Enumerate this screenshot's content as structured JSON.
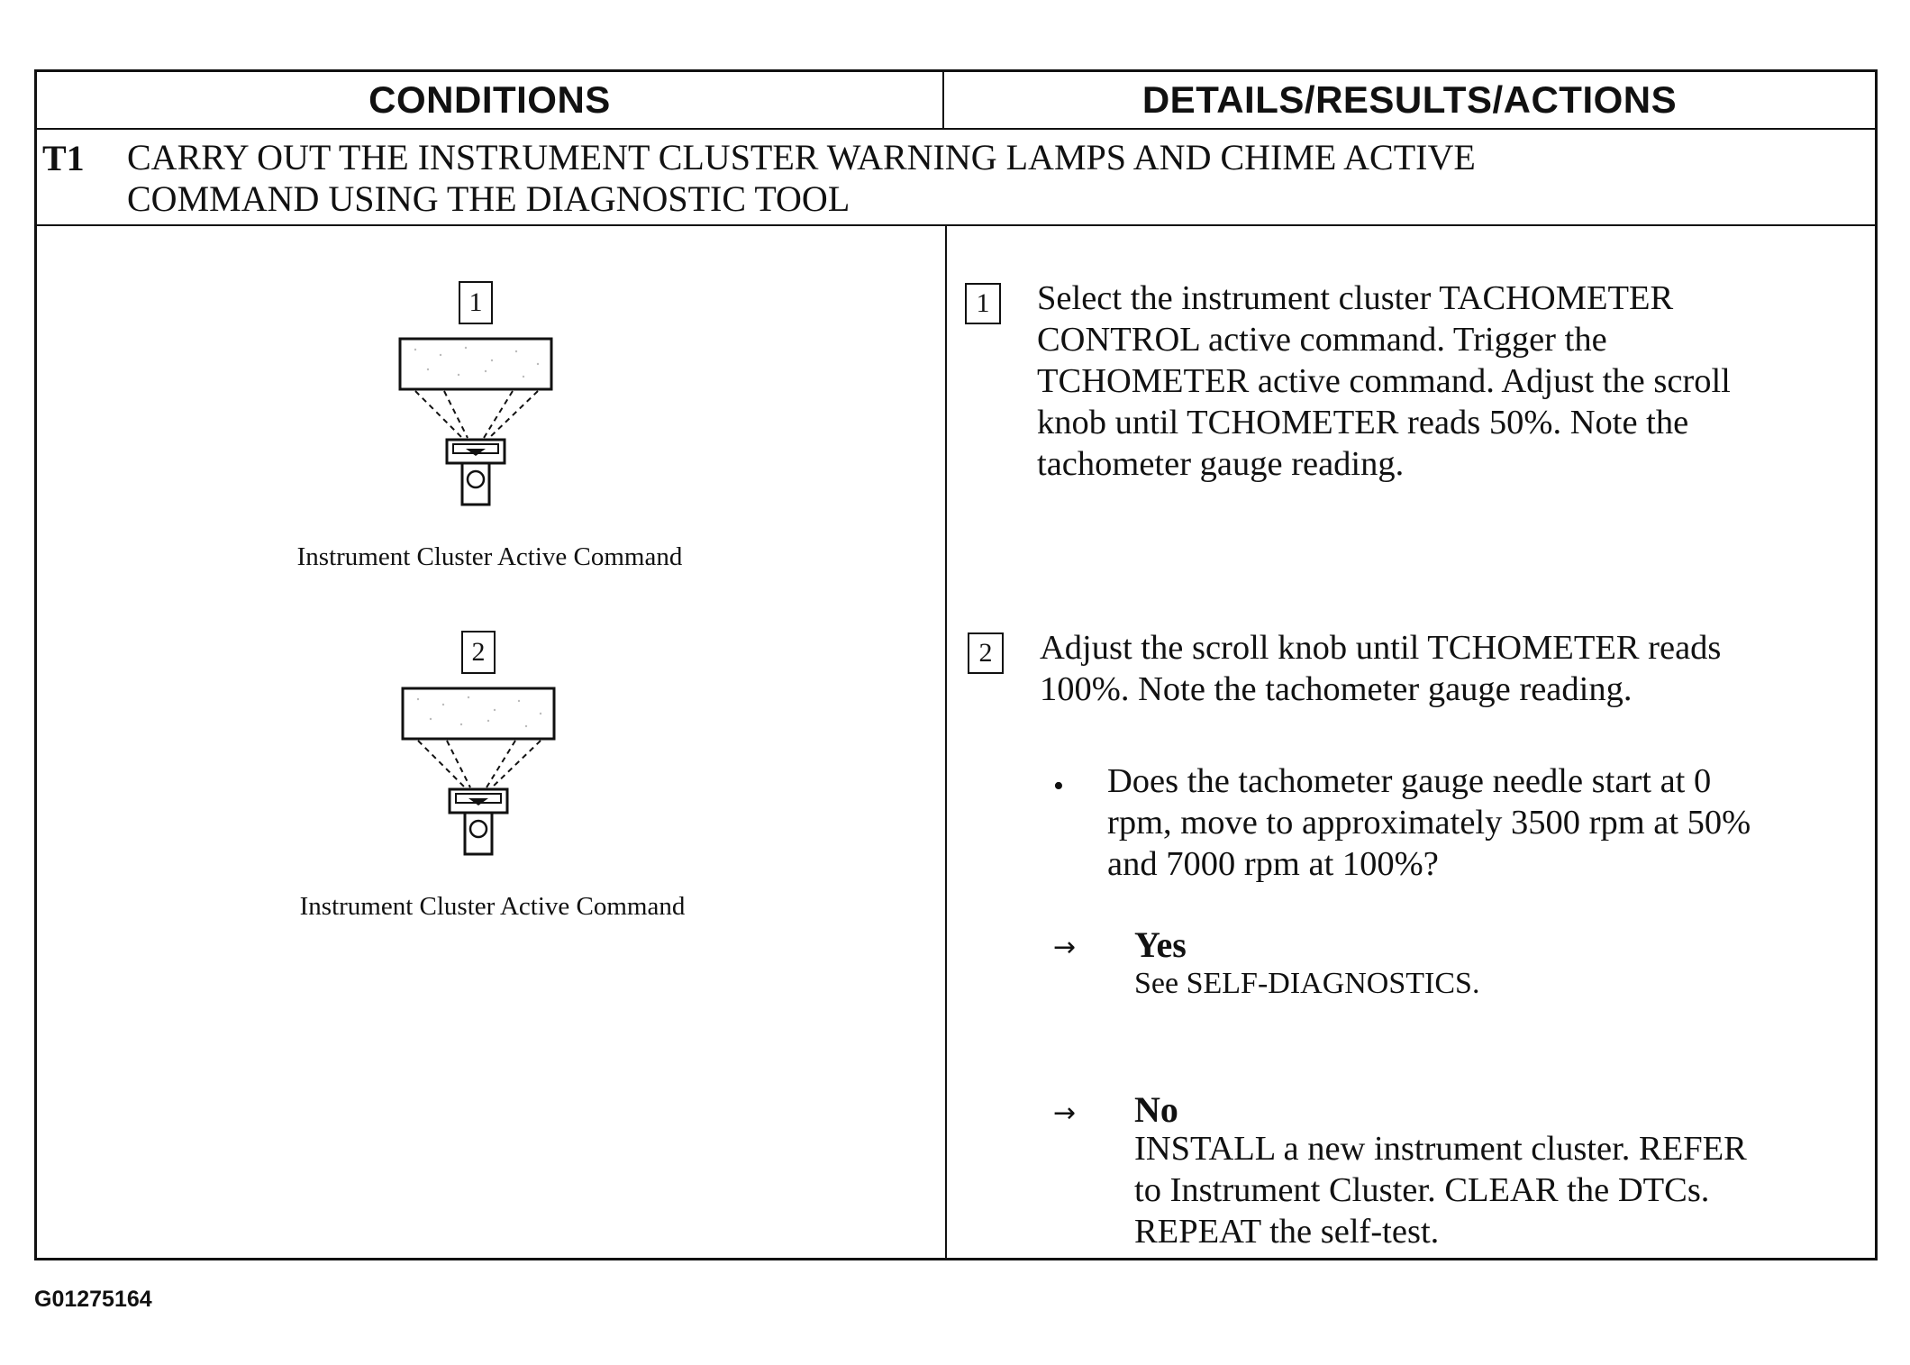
{
  "header": {
    "conditions": "CONDITIONS",
    "details": "DETAILS/RESULTS/ACTIONS"
  },
  "test": {
    "id": "T1",
    "title_line1": "CARRY OUT THE INSTRUMENT CLUSTER WARNING LAMPS AND CHIME ACTIVE",
    "title_line2": "COMMAND USING THE DIAGNOSTIC TOOL"
  },
  "figures": [
    {
      "number": "1",
      "caption": "Instrument Cluster Active Command",
      "icon": "diagnostic-tool-icon"
    },
    {
      "number": "2",
      "caption": "Instrument Cluster Active Command",
      "icon": "diagnostic-tool-icon"
    }
  ],
  "steps": [
    {
      "number": "1",
      "lines": [
        "Select the instrument cluster TACHOMETER",
        "CONTROL active command. Trigger the",
        "TCHOMETER active command. Adjust the scroll",
        "knob until TCHOMETER reads 50%. Note the",
        "tachometer gauge reading."
      ]
    },
    {
      "number": "2",
      "lines": [
        "Adjust the scroll knob until TCHOMETER reads",
        "100%. Note the tachometer gauge reading."
      ],
      "bullet": "•",
      "question_lines": [
        "Does the tachometer gauge needle start at 0",
        "rpm, move to approximately 3500 rpm at 50%",
        "and 7000 rpm at 100%?"
      ],
      "arrow": "→",
      "yes_label": "Yes",
      "yes_action": "See SELF-DIAGNOSTICS.",
      "no_label": "No",
      "no_lines": [
        "INSTALL a new instrument cluster. REFER",
        "to Instrument Cluster. CLEAR the DTCs.",
        "REPEAT the self-test."
      ]
    }
  ],
  "figure_id": "G01275164"
}
